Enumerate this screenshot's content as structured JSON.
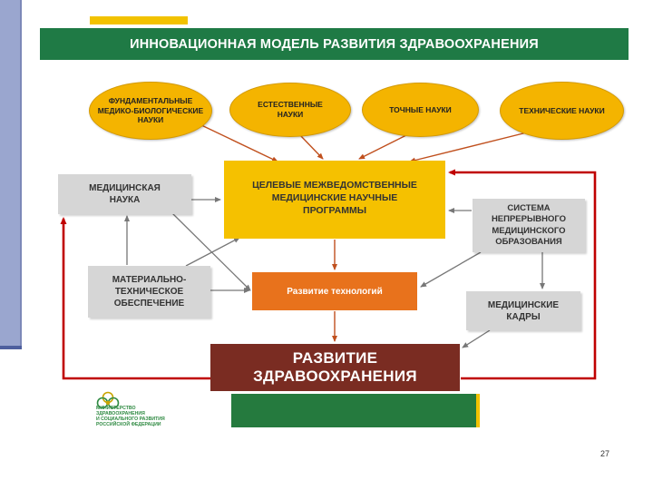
{
  "slide": {
    "title": "ИННОВАЦИОННАЯ МОДЕЛЬ РАЗВИТИЯ ЗДРАВООХРАНЕНИЯ",
    "page_number": "27"
  },
  "sciences": [
    {
      "label": "ФУНДАМЕНТАЛЬНЫЕ\nМЕДИКО-БИОЛОГИЧЕСКИЕ\nНАУКИ"
    },
    {
      "label": "ЕСТЕСТВЕННЫЕ\nНАУКИ"
    },
    {
      "label": "ТОЧНЫЕ НАУКИ"
    },
    {
      "label": "ТЕХНИЧЕСКИЕ НАУКИ"
    }
  ],
  "boxes": {
    "medical_science": "МЕДИЦИНСКАЯ\nНАУКА",
    "target_programs": "ЦЕЛЕВЫЕ МЕЖВЕДОМСТВЕННЫЕ\nМЕДИЦИНСКИЕ НАУЧНЫЕ\nПРОГРАММЫ",
    "continuous_education": "СИСТЕМА\nНЕПРЕРЫВНОГО\nМЕДИЦИНСКОГО\nОБРАЗОВАНИЯ",
    "material_support": "МАТЕРИАЛЬНО-\nТЕХНИЧЕСКОЕ\nОБЕСПЕЧЕНИЕ",
    "technology_development": "Развитие технологий",
    "medical_staff": "МЕДИЦИНСКИЕ\nКАДРЫ",
    "healthcare_development": "РАЗВИТИЕ\nЗДРАВООХРАНЕНИЯ"
  },
  "footer": {
    "ministry_lines": [
      "Министерство",
      "здравоохранения",
      "и социального развития",
      "Российской Федерации"
    ]
  },
  "colors": {
    "title_bar": "#1f7a45",
    "oval": "#f4b400",
    "program_box": "#f5c100",
    "technology_box": "#e8721c",
    "healthcare_box": "#7a2c22",
    "gray_box": "#d6d6d6",
    "feedback_arrow": "#c00000"
  }
}
